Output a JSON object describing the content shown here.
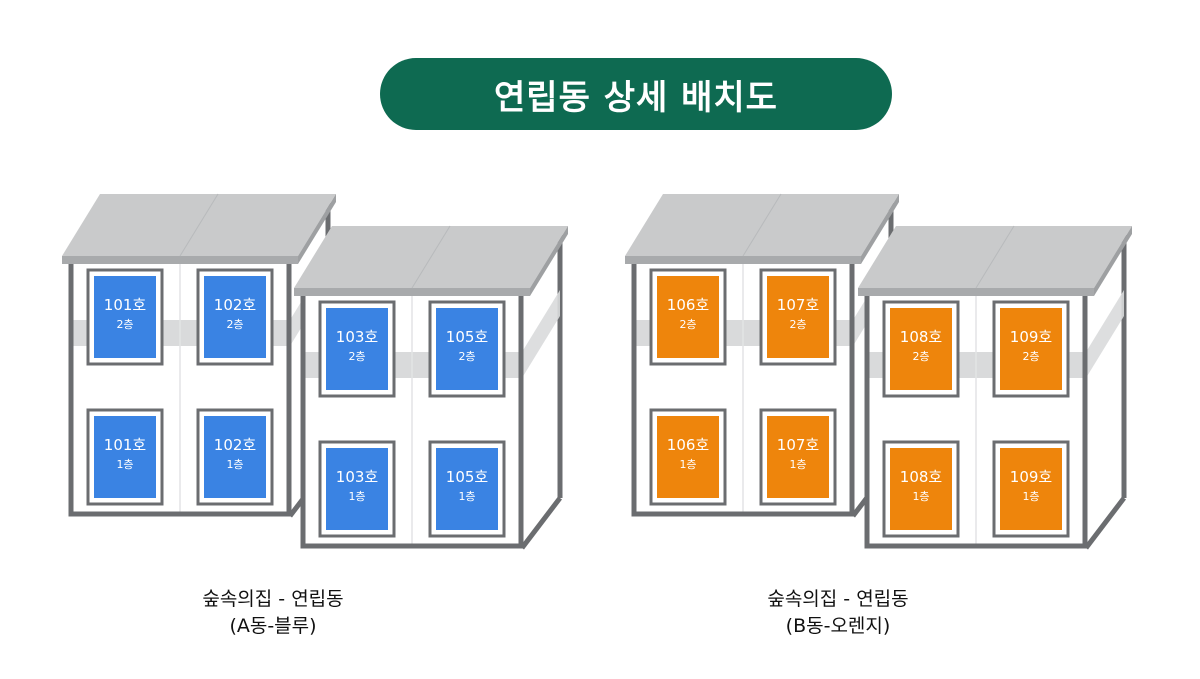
{
  "title": "연립동 상세 배치도",
  "colors": {
    "banner": "#0e6a51",
    "blue_unit": "#3a83e3",
    "orange_unit": "#ee850c",
    "roof": "#c9cacb",
    "frame": "#6b6d70",
    "band": "#d9dadb"
  },
  "buildings": [
    {
      "name": "A",
      "blocks": [
        {
          "units": [
            {
              "room": "101호",
              "floor": "2층"
            },
            {
              "room": "102호",
              "floor": "2층"
            },
            {
              "room": "101호",
              "floor": "1층"
            },
            {
              "room": "102호",
              "floor": "1층"
            }
          ]
        },
        {
          "units": [
            {
              "room": "103호",
              "floor": "2층"
            },
            {
              "room": "105호",
              "floor": "2층"
            },
            {
              "room": "103호",
              "floor": "1층"
            },
            {
              "room": "105호",
              "floor": "1층"
            }
          ]
        }
      ],
      "caption": {
        "line1": "숲속의집 - 연립동",
        "line2": "(A동-블루)"
      }
    },
    {
      "name": "B",
      "blocks": [
        {
          "units": [
            {
              "room": "106호",
              "floor": "2층"
            },
            {
              "room": "107호",
              "floor": "2층"
            },
            {
              "room": "106호",
              "floor": "1층"
            },
            {
              "room": "107호",
              "floor": "1층"
            }
          ]
        },
        {
          "units": [
            {
              "room": "108호",
              "floor": "2층"
            },
            {
              "room": "109호",
              "floor": "2층"
            },
            {
              "room": "108호",
              "floor": "1층"
            },
            {
              "room": "109호",
              "floor": "1층"
            }
          ]
        }
      ],
      "caption": {
        "line1": "숲속의집 - 연립동",
        "line2": "(B동-오렌지)"
      }
    }
  ]
}
